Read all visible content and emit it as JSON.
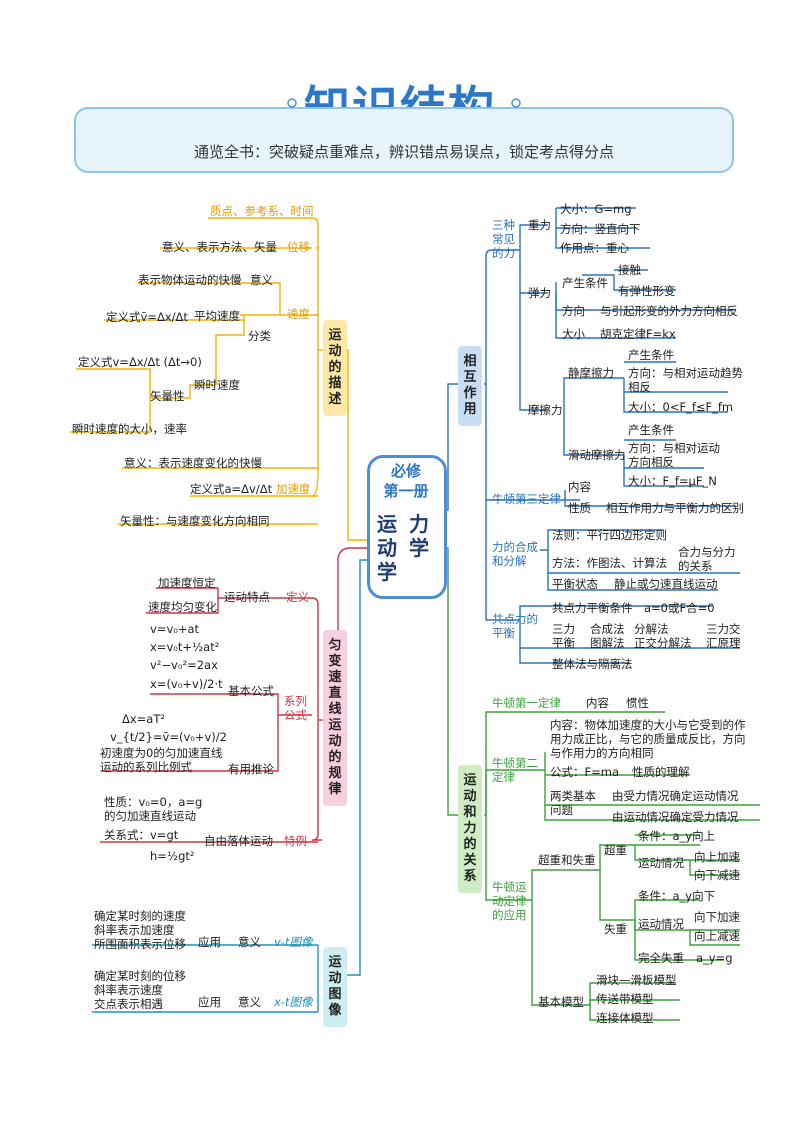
{
  "page": {
    "title": "知识结构",
    "subtitle": "通览全书：突破疑点重难点，辨识错点易误点，锁定考点得分点"
  },
  "hub": {
    "top": "必修\n第一册",
    "left": "运\n动\n学",
    "right": "力\n学"
  },
  "colors": {
    "yellow": "#f4b400",
    "red": "#d63442",
    "blue": "#2a72c0",
    "green": "#3ca23c",
    "cyan": "#1e90b8",
    "hub_border": "#4a90d9"
  },
  "kinematics_desc": {
    "box": "运\n动\n的\n描\n述",
    "particle": "质点、参考系、时间",
    "displacement": "位移",
    "disp_note": "意义、表示方法、矢量",
    "velocity": "速度",
    "vel_meaning": "表示物体运动的快慢",
    "meaning": "意义",
    "avg_def": "定义式v̄=Δx/Δt",
    "avg_speed": "平均速度",
    "classify": "分类",
    "inst_def": "定义式v=Δx/Δt (Δt→0)",
    "vector": "矢量性",
    "inst_speed": "瞬时速度",
    "inst_mag": "瞬时速度的大小，速率",
    "accel_meaning": "意义：表示速度变化的快慢",
    "accel_def": "定义式a=Δv/Δt",
    "accel": "加速度",
    "accel_vector": "矢量性：与速度变化方向相同"
  },
  "uniform_accel": {
    "box": "匀\n变\n速\n直\n线\n运\n动\n的\n规\n律",
    "const_a": "加速度恒定",
    "uniform_v": "速度均匀变化",
    "motion_feature": "运动特点",
    "definition": "定义",
    "eq1": "v=v₀+at",
    "eq2": "x=v₀t+½at²",
    "eq3": "v²−v₀²=2ax",
    "eq4": "x=(v₀+v)/2·t",
    "basic_formula": "基本公式",
    "series_formula": "系列\n公式",
    "eq5": "Δx=aT²",
    "eq6": "v_{t/2}=v̄=(v₀+v)/2",
    "ratio": "初速度为0的匀加速直线\n运动的系列比例式",
    "useful": "有用推论",
    "ff_prop": "性质：v₀=0，a=g\n的匀加速直线运动",
    "ff_rel1": "关系式：v=gt",
    "ff_rel2": "h=½gt²",
    "free_fall": "自由落体运动",
    "special": "特例"
  },
  "motion_graphs": {
    "box": "运\n动\n图\n像",
    "vt_uses": "确定某时刻的速度\n斜率表示加速度\n所围面积表示位移",
    "apply": "应用",
    "meaning": "意义",
    "vt": "v-t图像",
    "xt_uses": "确定某时刻的位移\n斜率表示速度\n交点表示相遇",
    "xt": "x-t图像"
  },
  "interaction": {
    "box": "相\n互\n作\n用",
    "three_forces": "三种\n常见\n的力",
    "gravity": "重力",
    "g_mag": "大小：G=mg",
    "g_dir": "方向：竖直向下",
    "g_point": "作用点：重心",
    "elastic": "弹力",
    "cond": "产生条件",
    "contact": "接触",
    "deform": "有弹性形变",
    "e_dir": "方向",
    "e_dir_note": "与引起形变的外力方向相反",
    "e_mag": "大小",
    "hooke": "胡克定律F=kx",
    "friction": "摩擦力",
    "static_f": "静摩擦力",
    "sf_cond": "产生条件",
    "sf_dir": "方向：与相对运动趋势\n相反",
    "sf_mag": "大小：0<F_f≤F_fm",
    "kinetic_f": "滑动摩擦力",
    "kf_cond": "产生条件",
    "kf_dir": "方向：与相对运动\n方向相反",
    "kf_mag": "大小：F_f=μF_N",
    "newton3": "牛顿第三定律",
    "n3_content": "内容",
    "n3_prop": "性质",
    "n3_note": "相互作用力与平衡力的区别",
    "compose": "力的合成\n和分解",
    "law": "法则：平行四边形定则",
    "methods": "方法：作图法、计算法",
    "resultant": "合力与分力\n的关系",
    "balance_state": "平衡状态",
    "balance_note": "静止或匀速直线运动",
    "coplanar": "共点力的\n平衡",
    "cond_eq": "共点力平衡条件",
    "cond_val": "a=0或F合=0",
    "three_force": "三力\n平衡",
    "synth": "合成法\n图解法",
    "decomp": "分解法\n正交分解法",
    "triangle": "三力交\n汇原理",
    "whole": "整体法与隔离法"
  },
  "newton_laws": {
    "box": "运\n动\n和\n力\n的\n关\n系",
    "newton1": "牛顿第一定律",
    "n1_content": "内容",
    "inertia": "惯性",
    "newton2": "牛顿第二\n定律",
    "n2_content": "内容：物体加速度的大小与它受到的作\n用力成正比，与它的质量成反比，方向\n与作用力的方向相同",
    "formula": "公式：F=ma",
    "formula_note": "性质的理解",
    "two_problems": "两类基本\n问题",
    "p1": "由受力情况确定运动情况",
    "p2": "由运动情况确定受力情况",
    "app": "牛顿运\n动定律\n的应用",
    "over_under": "超重和失重",
    "over": "超重",
    "over_cond": "条件：a_y向上",
    "motion": "运动情况",
    "up_acc": "向上加速",
    "down_dec": "向下减速",
    "under": "失重",
    "under_cond": "条件：a_y向下",
    "motion2": "运动情况",
    "down_acc": "向下加速",
    "up_dec": "向上减速",
    "full": "完全失重",
    "full_cond": "a_y=g",
    "models": "基本模型",
    "m1": "滑块—滑板模型",
    "m2": "传送带模型",
    "m3": "连接体模型"
  }
}
